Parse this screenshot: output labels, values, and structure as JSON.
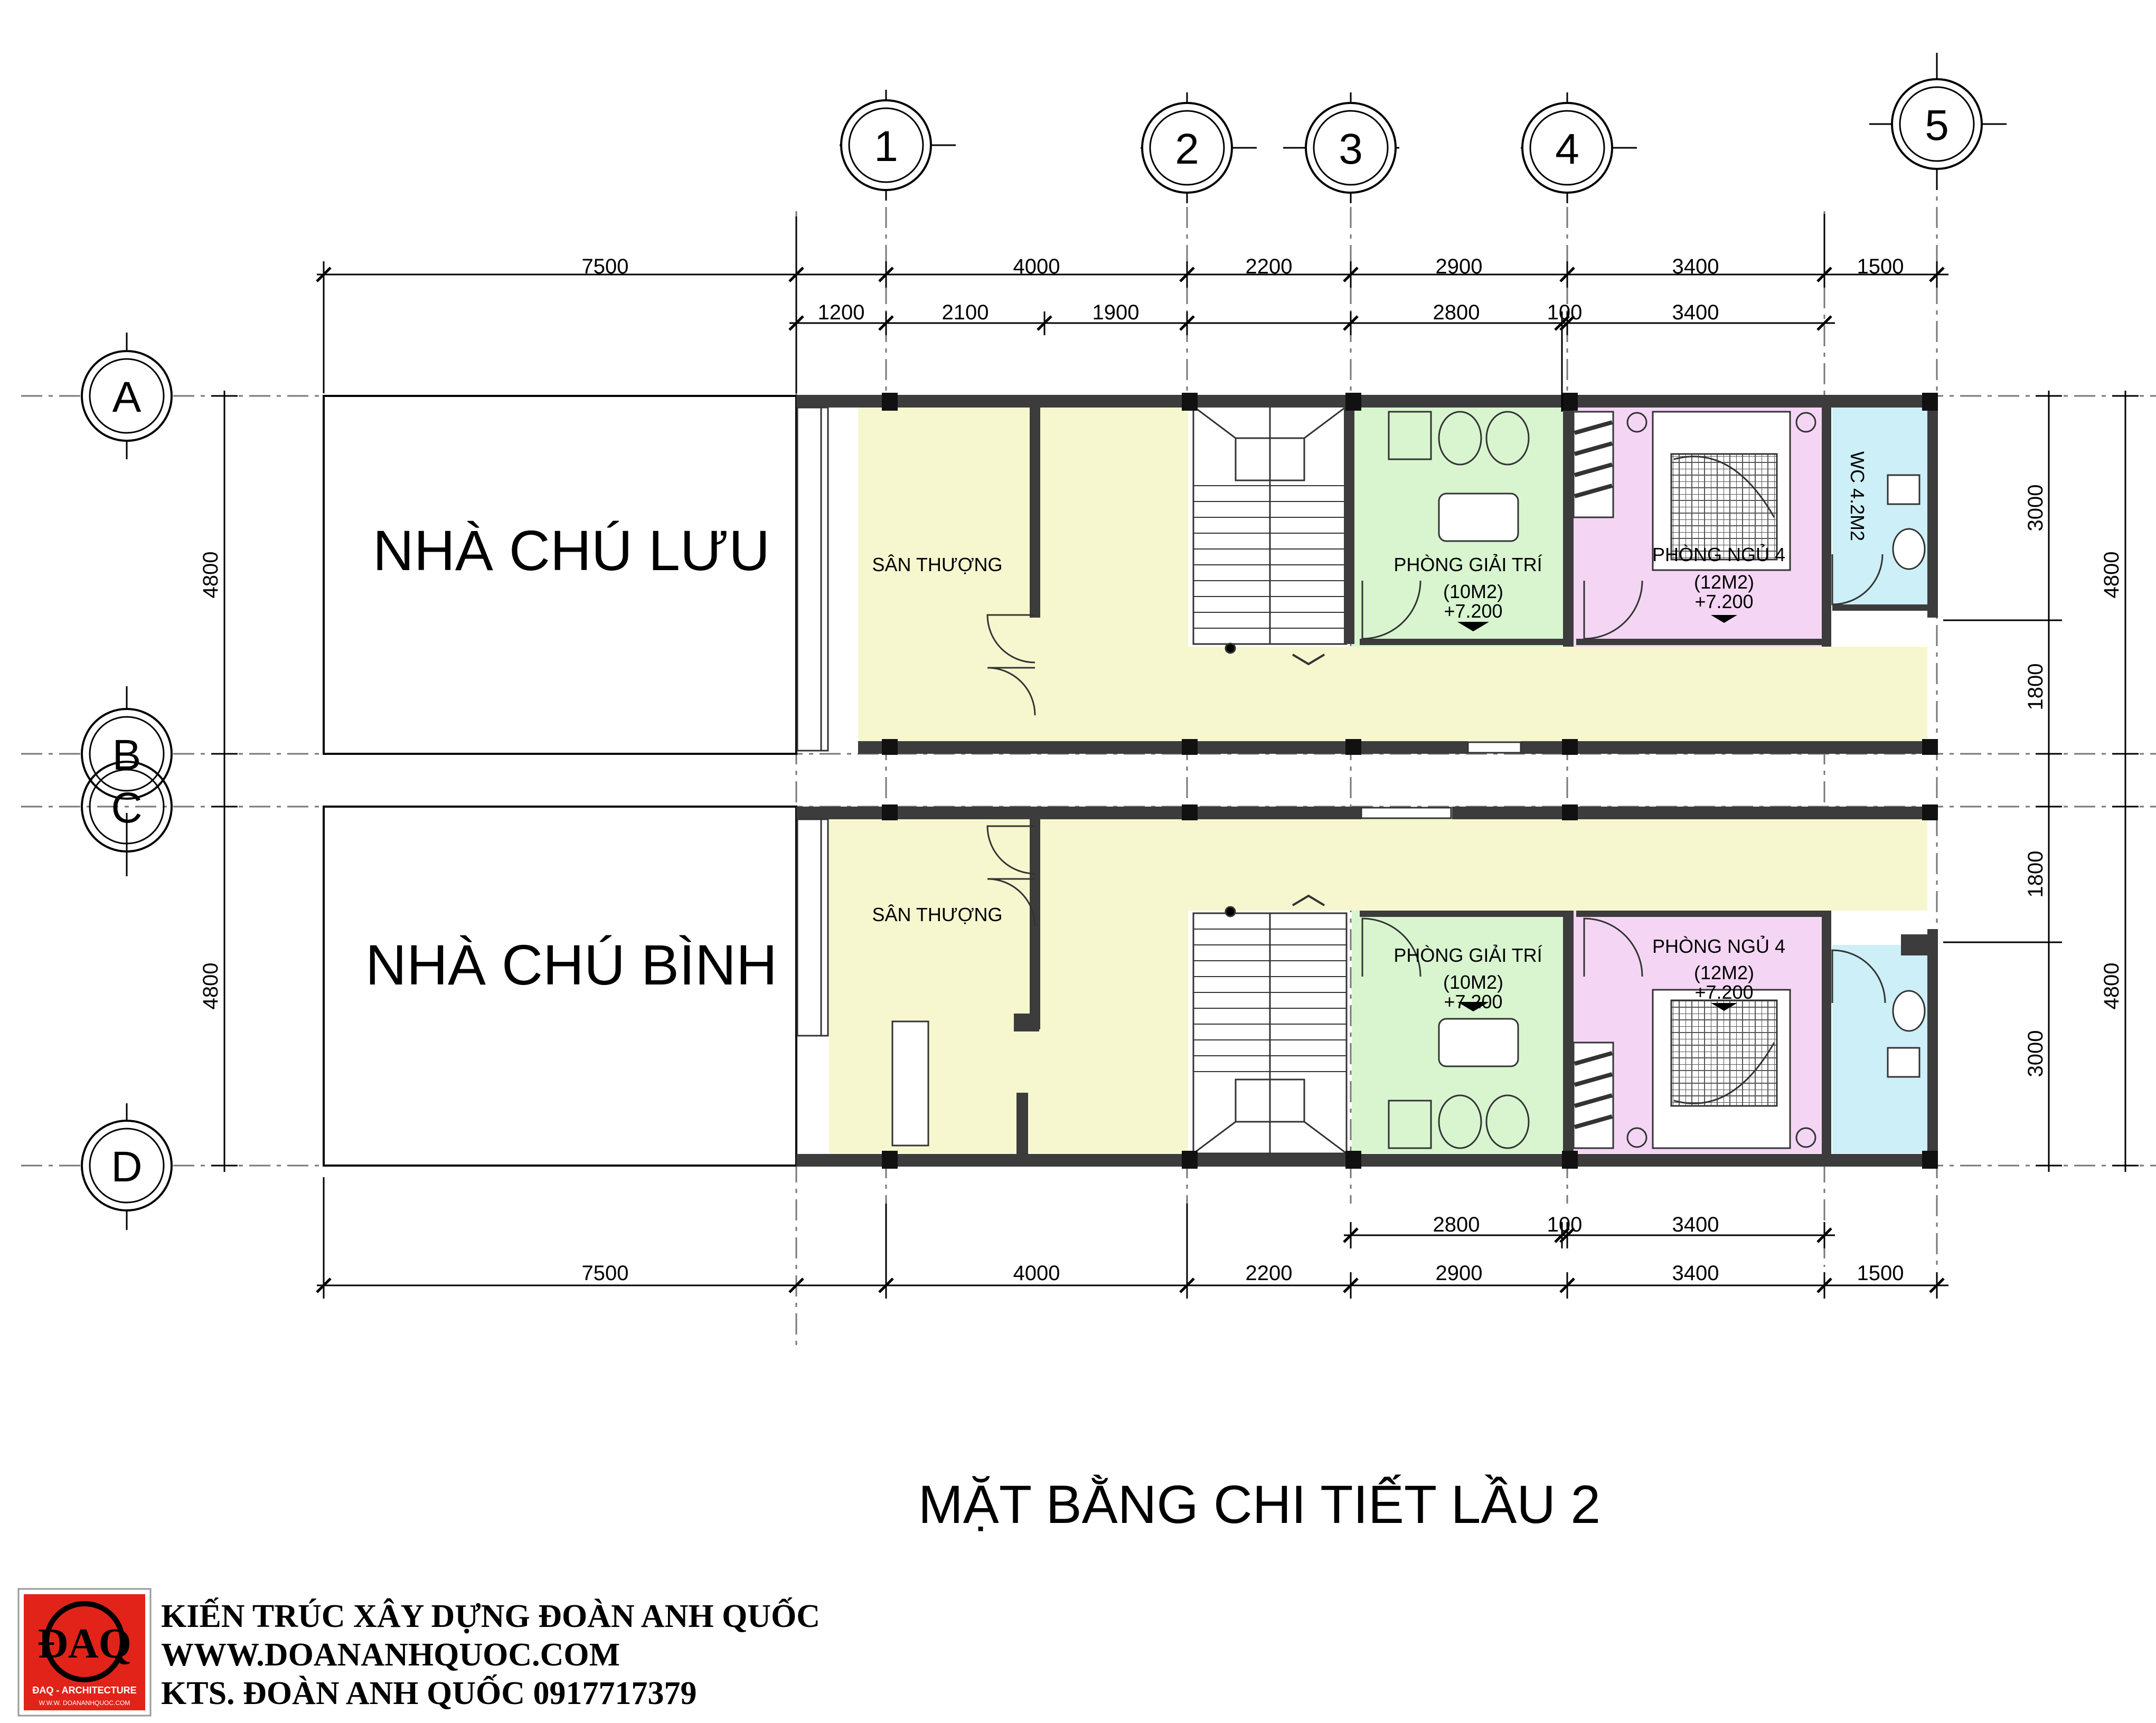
{
  "colors": {
    "terrace": "#f6f7cf",
    "entertainment_room": "#d8f5d0",
    "bedroom": "#f4d6f4",
    "wc": "#cdeff7",
    "wall": "#3c3c3c",
    "logo_red": "#e2231a"
  },
  "grid_axes": {
    "columns": [
      "1",
      "2",
      "3",
      "4",
      "5"
    ],
    "rows": [
      "A",
      "B",
      "C",
      "D"
    ]
  },
  "dimensions": {
    "top_overall": [
      "7500",
      "4000",
      "2200",
      "2900",
      "3400",
      "1500"
    ],
    "top_detail": [
      "1200",
      "2100",
      "1900",
      "2800",
      "100",
      "3400"
    ],
    "bottom_detail": [
      "2800",
      "100",
      "3400"
    ],
    "bottom_overall": [
      "7500",
      "4000",
      "2200",
      "2900",
      "3400",
      "1500"
    ],
    "left": [
      "4800",
      "4800"
    ],
    "right_upper": [
      "3000",
      "1800"
    ],
    "right_lower": [
      "1800",
      "3000"
    ],
    "right_total": [
      "4800",
      "4800"
    ]
  },
  "neighbors": {
    "top": "NHÀ CHÚ LƯU",
    "bottom": "NHÀ CHÚ BÌNH"
  },
  "upper_unit": {
    "terrace": "SÂN THƯỢNG",
    "entertainment": {
      "name": "PHÒNG GIẢI TRÍ",
      "area": "(10M2)",
      "level": "+7.200"
    },
    "bedroom": {
      "name": "PHÒNG NGỦ 4",
      "area": "(12M2)",
      "level": "+7.200"
    },
    "wc": "WC 4.2M2"
  },
  "lower_unit": {
    "terrace": "SÂN THƯỢNG",
    "entertainment": {
      "name": "PHÒNG GIẢI TRÍ",
      "area": "(10M2)",
      "level": "+7.200"
    },
    "bedroom": {
      "name": "PHÒNG NGỦ 4",
      "area": "(12M2)",
      "level": "+7.200"
    }
  },
  "drawing_title": "MẶT BẰNG CHI TIẾT LẦU 2",
  "title_block": {
    "logo_text": "ĐAQ",
    "logo_caption": "ĐAQ - ARCHITECTURE",
    "logo_url": "W.W.W. DOANANHQUOC.COM",
    "line1": "KIẾN TRÚC XÂY DỰNG ĐOÀN ANH QUỐC",
    "line2": "WWW.DOANANHQUOC.COM",
    "line3": "KTS. ĐOÀN ANH QUỐC 0917717379"
  }
}
